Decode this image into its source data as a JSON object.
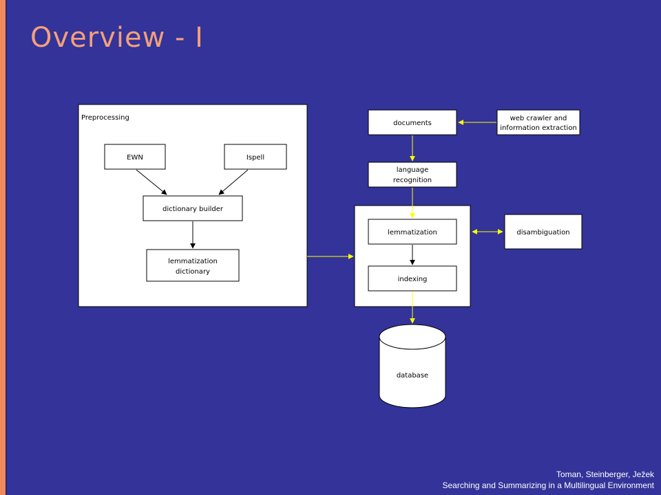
{
  "title": "Overview - I",
  "footer": {
    "authors": "Toman, Steinberger, Ježek",
    "subtitle": "Searching and Summarizing in a Multilingual Environment"
  },
  "diagram": {
    "group_preprocessing": "Preprocessing",
    "nodes": {
      "ewn": "EWN",
      "ispell": "Ispell",
      "dictionary_builder": "dictionary builder",
      "lemmatization_dictionary_line1": "lemmatization",
      "lemmatization_dictionary_line2": "dictionary",
      "documents": "documents",
      "web_crawler_line1": "web crawler and",
      "web_crawler_line2": "information extraction",
      "language_recognition_line1": "language",
      "language_recognition_line2": "recognition",
      "lemmatization": "lemmatization",
      "disambiguation": "disambiguation",
      "indexing": "indexing",
      "database": "database"
    },
    "colors": {
      "background": "#333399",
      "box_fill": "#ffffff",
      "arrow_black": "#000000",
      "arrow_yellow": "#ffff00",
      "title": "#f4a07a",
      "accent_bar": "#f08a5a"
    }
  }
}
